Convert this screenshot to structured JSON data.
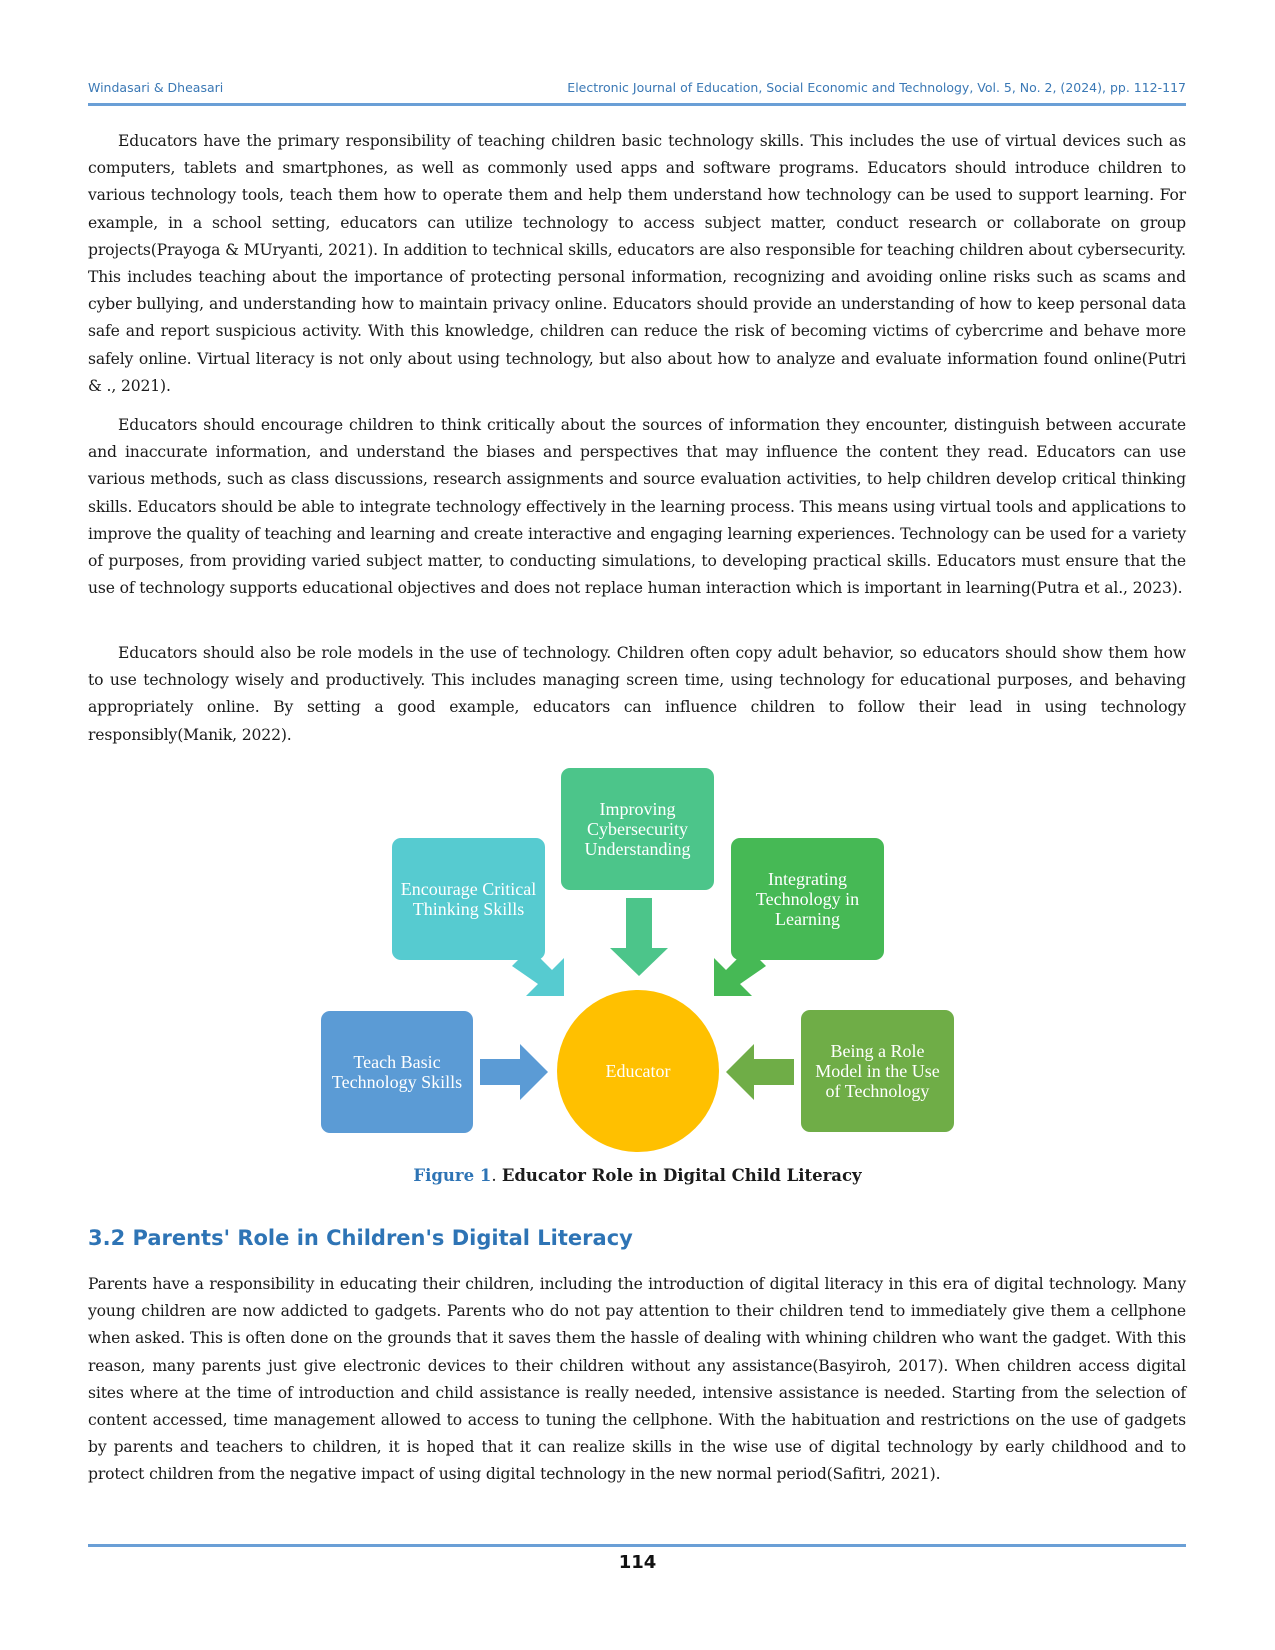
{
  "header": {
    "authors": "Windasari & Dheasari",
    "journal": "Electronic Journal of Education, Social Economic and Technology, Vol. 5, No. 2, (2024), pp. 112-117"
  },
  "paragraphs": [
    "Educators have the primary responsibility of teaching children basic technology skills. This includes the use of virtual devices such as computers, tablets and smartphones, as well as commonly used apps and software programs. Educators should introduce children to various technology tools, teach them how to operate them and help them understand how technology can be used to support learning. For example, in a school setting, educators can utilize technology to access subject matter, conduct research or collaborate on group projects(Prayoga & MUryanti, 2021). In addition to technical skills, educators are also responsible for teaching children about cybersecurity. This includes teaching about the importance of protecting personal information, recognizing and avoiding online risks such as scams and cyber bullying, and understanding how to maintain privacy online. Educators should provide an understanding of how to keep personal data safe and report suspicious activity. With this knowledge, children can reduce the risk of becoming victims of cybercrime and behave more safely online. Virtual literacy is not only about using technology, but also about how to analyze and evaluate information found online(Putri & ., 2021).",
    "Educators should encourage children to think critically about the sources of information they encounter, distinguish between accurate and inaccurate information, and understand the biases and perspectives that may influence the content they read. Educators can use various methods, such as class discussions, research assignments and source evaluation activities, to help children develop critical thinking skills. Educators should be able to integrate technology effectively in the learning process. This means using virtual tools and applications to improve the quality of teaching and learning and create interactive and engaging learning experiences. Technology can be used for a variety of purposes, from providing varied subject matter, to conducting simulations, to developing practical skills. Educators must ensure that the use of technology supports educational objectives and does not replace human interaction which is important in learning(Putra et al., 2023).",
    "Educators should also be role models in the use of technology. Children often copy adult behavior, so educators should show them how to use technology wisely and productively. This includes managing screen time, using technology for educational purposes, and behaving appropriately online. By setting a good example, educators can influence children to follow their lead in using technology responsibly(Manik, 2022)."
  ],
  "figure": {
    "center": "Educator",
    "boxes": {
      "teach": "Teach Basic Technology Skills",
      "critical": "Encourage Critical Thinking Skills",
      "cyber": "Improving Cybersecurity Understanding",
      "integrate": "Integrating Technology in Learning",
      "role": "Being a Role Model in the Use of Technology"
    },
    "colors": {
      "teach": "#5b9bd5",
      "critical": "#56cbd0",
      "cyber": "#4cc58a",
      "integrate": "#46b955",
      "role": "#6fad47",
      "center": "#ffc000"
    },
    "caption_label": "Figure 1",
    "caption_text": "Educator Role in Digital Child Literacy"
  },
  "section": {
    "heading": "3.2 Parents' Role in Children's Digital Literacy",
    "paragraph": "Parents have a responsibility in educating their children, including the introduction of digital literacy in this era of digital technology. Many young children are now addicted to gadgets. Parents who do not pay attention to their children tend to immediately give them a cellphone when asked. This is often done on the grounds that it saves them the hassle of dealing with whining children who want the gadget. With this reason, many parents just give electronic devices to their children without any assistance(Basyiroh, 2017). When children access digital sites where at the time of introduction and child assistance is really needed, intensive assistance is needed. Starting from the selection of content accessed, time management allowed to access to tuning the cellphone. With the habituation and restrictions on the use of gadgets by parents and teachers to children, it is hoped that it can realize skills in the wise use of digital technology by early childhood and to protect children from the negative impact of using digital technology in the new normal period(Safitri, 2021)."
  },
  "page_number": "114"
}
